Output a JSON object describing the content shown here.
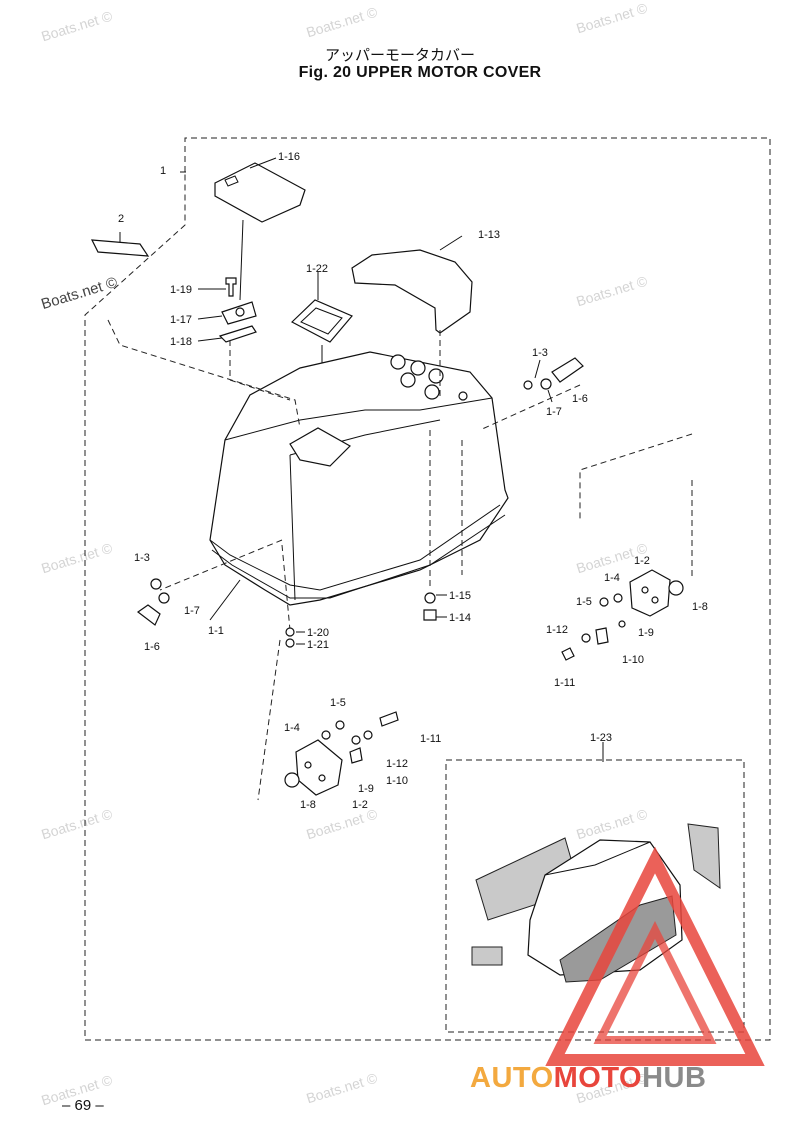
{
  "header": {
    "title_jp": "アッパーモータカバー",
    "title_en": "Fig. 20   UPPER MOTOR COVER"
  },
  "footer": {
    "page": "– 69 –"
  },
  "watermark": {
    "text": "Boats.net ©"
  },
  "logo": {
    "part1": "AUTO",
    "part2": "MOTO",
    "part3": "HUB",
    "colors": {
      "orange": "#f3a93f",
      "red": "#e8453c",
      "gray": "#8a8a8a"
    }
  },
  "labels": {
    "l1": "1",
    "l2": "2",
    "l116": "1-16",
    "l113": "1-13",
    "l122": "1-22",
    "l119": "1-19",
    "l117": "1-17",
    "l118": "1-18",
    "l13a": "1-3",
    "l16a": "1-6",
    "l17a": "1-7",
    "l13b": "1-3",
    "l16b": "1-6",
    "l17b": "1-7",
    "l11": "1-1",
    "l115": "1-15",
    "l114": "1-14",
    "l120": "1-20",
    "l121": "1-21",
    "l12a": "1-2",
    "l14a": "1-4",
    "l15a": "1-5",
    "l18a": "1-8",
    "l112a": "1-12",
    "l19a": "1-9",
    "l110a": "1-10",
    "l111a": "1-11",
    "l15b": "1-5",
    "l14b": "1-4",
    "l111b": "1-11",
    "l112b": "1-12",
    "l110b": "1-10",
    "l19b": "1-9",
    "l18b": "1-8",
    "l12b": "1-2",
    "l123": "1-23"
  }
}
